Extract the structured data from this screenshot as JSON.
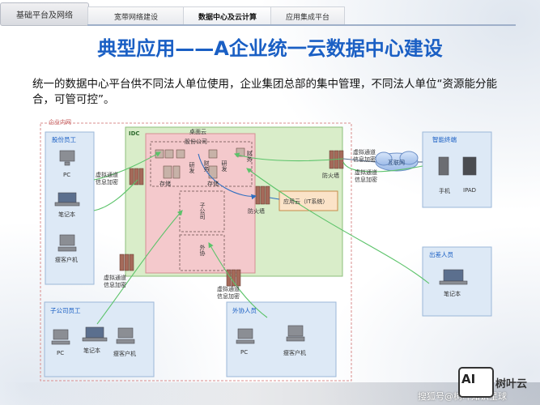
{
  "nav": {
    "home": "基础平台及网络",
    "tabs": [
      "宽带网络建设",
      "数据中心及云计算",
      "应用集成平台"
    ],
    "active_index": 1
  },
  "title": "典型应用——A企业统一云数据中心建设",
  "subtitle": "统一的数据中心平台供不同法人单位使用，企业集团总部的集中管理，不同法人单位“资源能分能合，可管可控”。",
  "diagram": {
    "intranet_label": "企业内网",
    "idc_label": "IDC",
    "desktop_cloud_label": "桌面云",
    "company_label": "股份公司",
    "storage_label": "存储",
    "dev_label": "研发",
    "finance_label": "财务",
    "subsidiary_label": "子公司",
    "partner_label": "外协",
    "app_cloud_label": "应用云（IT系统）",
    "internet_label": "互联网",
    "firewall_label": "防火墙",
    "vpn_label": "虚拟通道",
    "encrypt_label": "信息加密",
    "groups": {
      "shareholder_staff": {
        "title": "股份员工",
        "devices": [
          "PC",
          "笔记本",
          "瘦客户机"
        ]
      },
      "smart_terminal": {
        "title": "智能终端",
        "devices": [
          "手机",
          "IPAD"
        ]
      },
      "travel_staff": {
        "title": "出差人员",
        "devices": [
          "笔记本"
        ]
      },
      "subsidiary_staff": {
        "title": "子公司员工",
        "devices": [
          "PC",
          "笔记本",
          "瘦客户机"
        ]
      },
      "partner_staff": {
        "title": "外协人员",
        "devices": [
          "PC",
          "瘦客户机"
        ]
      }
    }
  },
  "watermark": {
    "text": "搜狐号@树叶知识星球",
    "logo": "AI",
    "brand": "树叶云"
  },
  "colors": {
    "title_blue": "#1a5fc4",
    "idc_green": "#d9edc9",
    "desktop_cloud_pink": "#f4c9cc",
    "client_panel_blue": "#dde9f6",
    "accent_green_arrow": "#5cc36a"
  }
}
